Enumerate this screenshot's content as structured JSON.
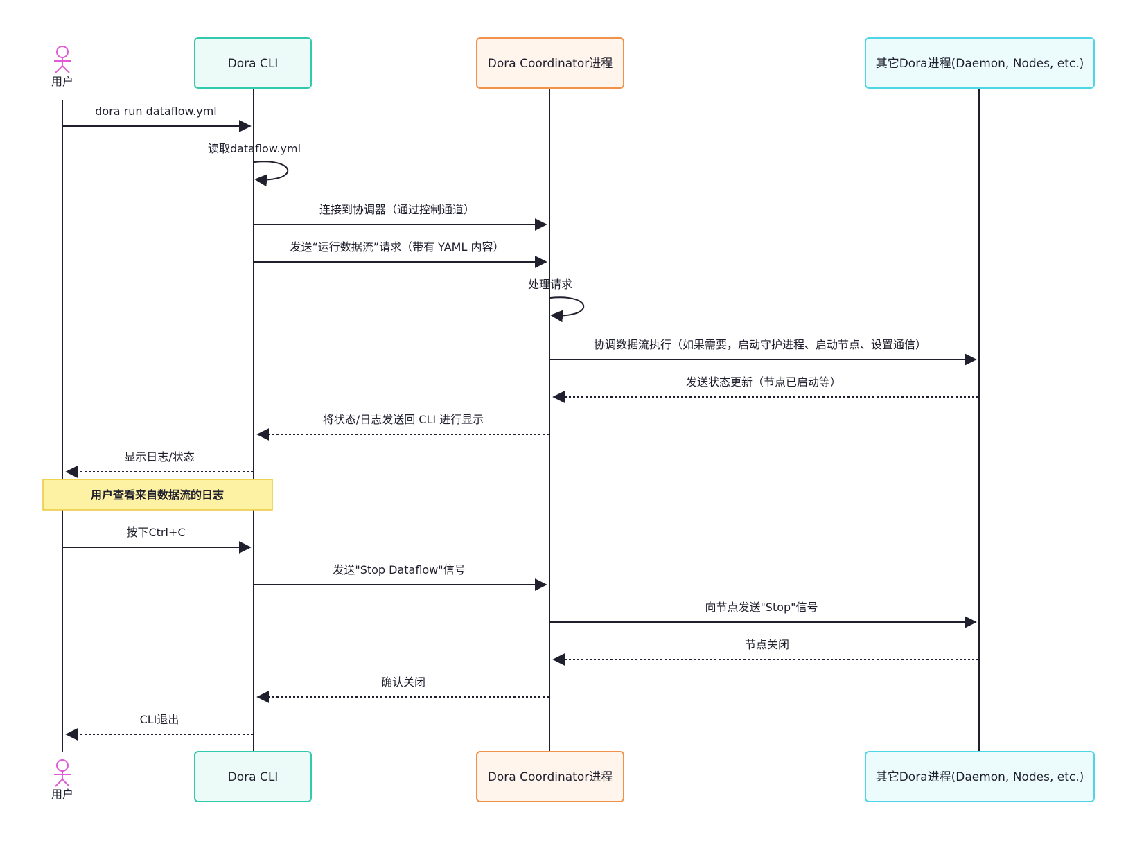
{
  "participants": {
    "user": {
      "label": "用户",
      "color": "#e05bd6"
    },
    "cli": {
      "label": "Dora CLI",
      "fill": "#ecfbf7",
      "stroke": "#33c9ad"
    },
    "coordinator": {
      "label": "Dora Coordinator进程",
      "fill": "#fff5ec",
      "stroke": "#f0924a"
    },
    "others": {
      "label": "其它Dora进程(Daemon, Nodes, etc.)",
      "fill": "#ecfcfd",
      "stroke": "#4fd6e4"
    }
  },
  "messages": [
    {
      "from": "user",
      "to": "cli",
      "text": "dora run dataflow.yml",
      "style": "solid"
    },
    {
      "from": "cli",
      "to": "cli",
      "text": "读取dataflow.yml",
      "style": "self"
    },
    {
      "from": "cli",
      "to": "coordinator",
      "text": "连接到协调器（通过控制通道）",
      "style": "solid"
    },
    {
      "from": "cli",
      "to": "coordinator",
      "text": "发送“运行数据流”请求（带有 YAML 内容）",
      "style": "solid"
    },
    {
      "from": "coordinator",
      "to": "coordinator",
      "text": "处理请求",
      "style": "self"
    },
    {
      "from": "coordinator",
      "to": "others",
      "text": "协调数据流执行（如果需要，启动守护进程、启动节点、设置通信）",
      "style": "solid"
    },
    {
      "from": "others",
      "to": "coordinator",
      "text": "发送状态更新（节点已启动等）",
      "style": "dashed"
    },
    {
      "from": "coordinator",
      "to": "cli",
      "text": "将状态/日志发送回 CLI 进行显示",
      "style": "dashed"
    },
    {
      "from": "cli",
      "to": "user",
      "text": "显示日志/状态",
      "style": "dashed"
    },
    {
      "from": "user",
      "to": "cli",
      "text": "按下Ctrl+C",
      "style": "solid"
    },
    {
      "from": "cli",
      "to": "coordinator",
      "text": "发送\"Stop Dataflow\"信号",
      "style": "solid"
    },
    {
      "from": "coordinator",
      "to": "others",
      "text": "向节点发送\"Stop\"信号",
      "style": "solid"
    },
    {
      "from": "others",
      "to": "coordinator",
      "text": "节点关闭",
      "style": "dashed"
    },
    {
      "from": "coordinator",
      "to": "cli",
      "text": "确认关闭",
      "style": "dashed"
    },
    {
      "from": "cli",
      "to": "user",
      "text": "CLI退出",
      "style": "dashed"
    }
  ],
  "note": {
    "text": "用户查看来自数据流的日志",
    "fill": "#fdf1a4",
    "stroke": "#e8c93a"
  },
  "colors": {
    "line": "#1f1f2e"
  }
}
